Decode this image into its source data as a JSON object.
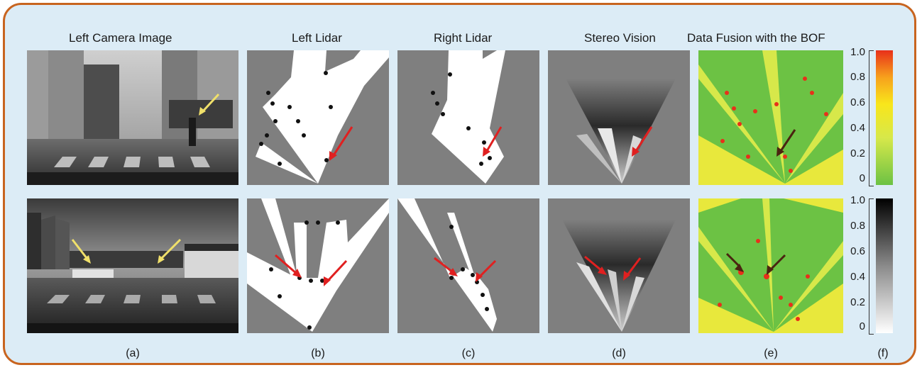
{
  "headers": {
    "camera": "Left Camera Image",
    "left_lidar": "Left Lidar",
    "right_lidar": "Right Lidar",
    "stereo": "Stereo Vision",
    "fusion": "Data Fusion with the BOF"
  },
  "captions": [
    "(a)",
    "(b)",
    "(c)",
    "(d)",
    "(e)",
    "(f)"
  ],
  "colorbar_top": {
    "ticks": [
      "1.0",
      "0.8",
      "0.6",
      "0.4",
      "0.2",
      "0"
    ],
    "gradient": [
      "#6cc244",
      "#d7e84a",
      "#f8e61b",
      "#f7a11c",
      "#e8301a"
    ]
  },
  "colorbar_bottom": {
    "ticks": [
      "1.0",
      "0.8",
      "0.6",
      "0.4",
      "0.2",
      "0"
    ],
    "gradient": [
      "#ffffff",
      "#8a8a8a",
      "#000000"
    ]
  },
  "colors": {
    "frame_border": "#c8641f",
    "frame_fill": "#dcecf6",
    "arrow_red": "#e02020",
    "arrow_dark": "#4a2410",
    "arrow_yellow": "#f0e06a",
    "lidar_background": "#7f7f7f",
    "fusion_green": "#6cc244",
    "fusion_yellow": "#e8e83c"
  }
}
